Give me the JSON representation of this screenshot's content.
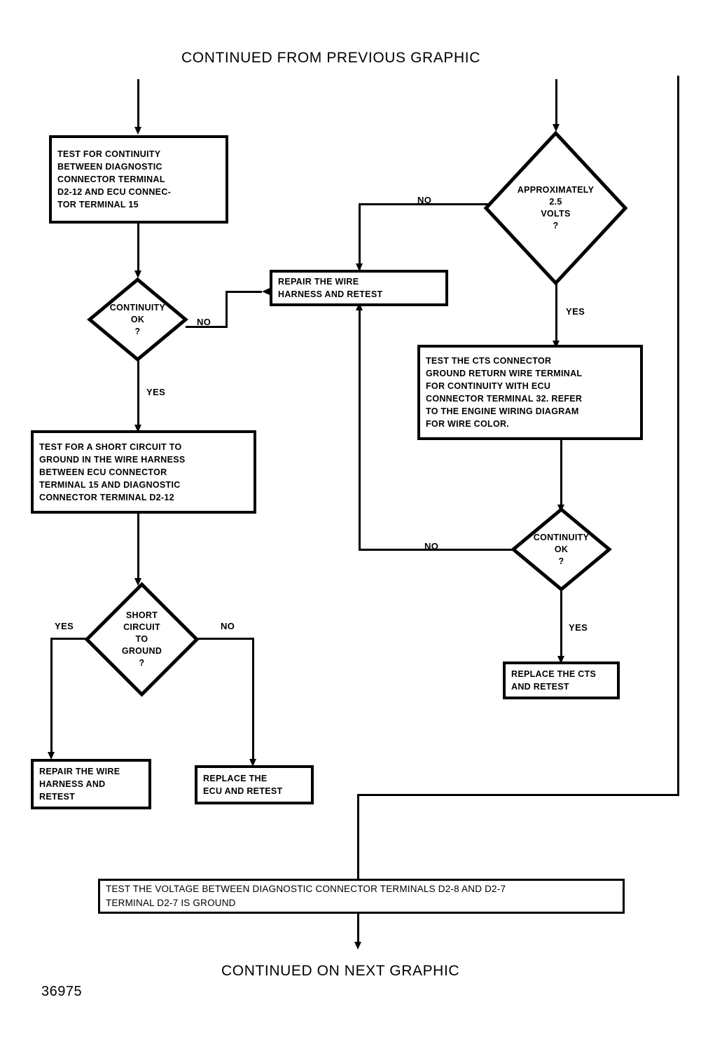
{
  "document": {
    "header_text": "CONTINUED FROM PREVIOUS GRAPHIC",
    "footer_text": "CONTINUED ON NEXT GRAPHIC",
    "figure_id": "36975"
  },
  "diagram": {
    "type": "flowchart",
    "title": "Diagnostic Connector / ECU Continuity Test Flowchart",
    "nodes": [
      {
        "id": "test-continuity-d2-12",
        "shape": "process",
        "lines": [
          "TEST FOR CONTINUITY",
          "BETWEEN DIAGNOSTIC",
          "CONNECTOR TERMINAL",
          "D2-12 AND ECU CONNEC-",
          "TOR TERMINAL 15"
        ]
      },
      {
        "id": "continuity-ok-left",
        "shape": "decision",
        "lines": [
          "CONTINUITY",
          "OK",
          "?"
        ]
      },
      {
        "id": "repair-wire-harness-retest",
        "shape": "process",
        "lines": [
          "REPAIR THE WIRE",
          "HARNESS AND RETEST"
        ]
      },
      {
        "id": "approximately-2-5-volts",
        "shape": "decision",
        "lines": [
          "APPROXIMATELY",
          "2.5",
          "VOLTS",
          "?"
        ]
      },
      {
        "id": "test-cts-connector-ground-return",
        "shape": "process",
        "lines": [
          "TEST THE CTS CONNECTOR",
          "GROUND RETURN WIRE TERMINAL",
          "FOR CONTINUITY WITH ECU",
          "CONNECTOR TERMINAL 32. REFER",
          "TO THE ENGINE WIRING DIAGRAM",
          "FOR WIRE COLOR."
        ]
      },
      {
        "id": "test-short-circuit-to-ground",
        "shape": "process",
        "lines": [
          "TEST FOR A SHORT CIRCUIT TO",
          "GROUND IN THE WIRE HARNESS",
          "BETWEEN ECU CONNECTOR",
          "TERMINAL 15 AND DIAGNOSTIC",
          "CONNECTOR TERMINAL D2-12"
        ]
      },
      {
        "id": "continuity-ok-right",
        "shape": "decision",
        "lines": [
          "CONTINUITY",
          "OK",
          "?"
        ]
      },
      {
        "id": "short-circuit-to-ground",
        "shape": "decision",
        "lines": [
          "SHORT",
          "CIRCUIT",
          "TO",
          "GROUND",
          "?"
        ]
      },
      {
        "id": "replace-cts-and-retest",
        "shape": "process",
        "lines": [
          "REPLACE THE CTS",
          "AND RETEST"
        ]
      },
      {
        "id": "repair-wire-harness-and-retest-bottom",
        "shape": "process",
        "lines": [
          "REPAIR THE WIRE",
          "HARNESS AND",
          "RETEST"
        ]
      },
      {
        "id": "replace-ecu-and-retest",
        "shape": "process",
        "lines": [
          "REPLACE THE",
          "ECU AND RETEST"
        ]
      },
      {
        "id": "test-voltage-d2-8-d2-7",
        "shape": "process",
        "lines": [
          "TEST THE VOLTAGE BETWEEN DIAGNOSTIC CONNECTOR TERMINALS D2-8 AND D2-7",
          "TERMINAL D2-7 IS GROUND"
        ]
      }
    ],
    "edge_labels": {
      "continuity_left_no": "NO",
      "continuity_left_yes": "YES",
      "volts_no": "NO",
      "volts_yes": "YES",
      "continuity_right_no": "NO",
      "continuity_right_yes": "YES",
      "short_yes": "YES",
      "short_no": "NO"
    }
  },
  "colors": {
    "ink": "#000000",
    "paper": "#ffffff"
  }
}
